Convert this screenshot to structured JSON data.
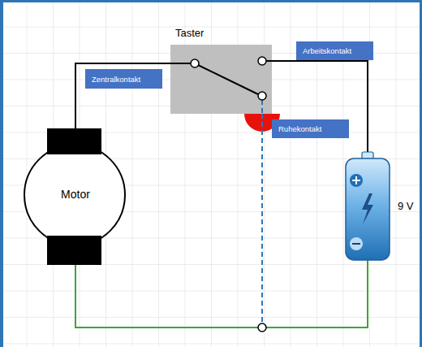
{
  "diagram": {
    "nodes": [
      {
        "text": [
          "Taster"
        ]
      },
      {
        "text": [
          "Zentralkontakt"
        ]
      },
      {
        "text": [
          "Arbeitskontakt"
        ]
      },
      {
        "text": [
          "Ruhekontakt"
        ]
      },
      {
        "text": [
          "Motor"
        ]
      },
      {
        "text": [
          "9 V"
        ]
      }
    ],
    "edges": [
      {
        "from": 4,
        "to": 0,
        "arrow": "none"
      },
      {
        "from": 0,
        "to": 5,
        "arrow": "none"
      },
      {
        "from": 4,
        "to": 5,
        "arrow": "none"
      }
    ]
  }
}
